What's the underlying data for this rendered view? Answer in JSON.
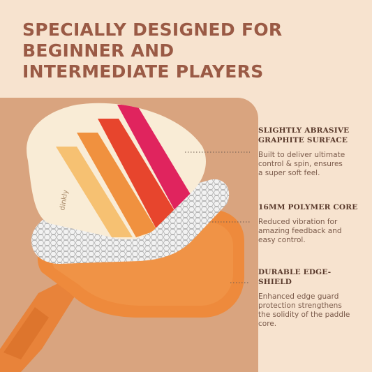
{
  "headline": {
    "line1": "SPECIALLY DESIGNED FOR",
    "line2": "BEGINNER AND",
    "line3": "INTERMEDIATE PLAYERS"
  },
  "paddle": {
    "brand": "dinkly",
    "stripe_colors": [
      "#f6c172",
      "#f0913f",
      "#e7452d",
      "#e0245e"
    ],
    "face_color": "#f9ecd6",
    "edge_color": "#ee8a3c"
  },
  "features": [
    {
      "title_line1": "SLIGHTLY ABRASIVE",
      "title_line2": "GRAPHITE SURFACE",
      "desc_line1": "Built to deliver ultimate",
      "desc_line2": "control & spin, ensures",
      "desc_line3": "a super soft feel."
    },
    {
      "title_line1": "16MM POLYMER CORE",
      "desc_line1": "Reduced vibration for",
      "desc_line2": "amazing feedback and",
      "desc_line3": "easy control."
    },
    {
      "title_line1": "DURABLE EDGE-SHIELD",
      "desc_line1": "Enhanced edge guard",
      "desc_line2": "protection strengthens",
      "desc_line3": "the solidity of the paddle",
      "desc_line4": "core."
    }
  ]
}
